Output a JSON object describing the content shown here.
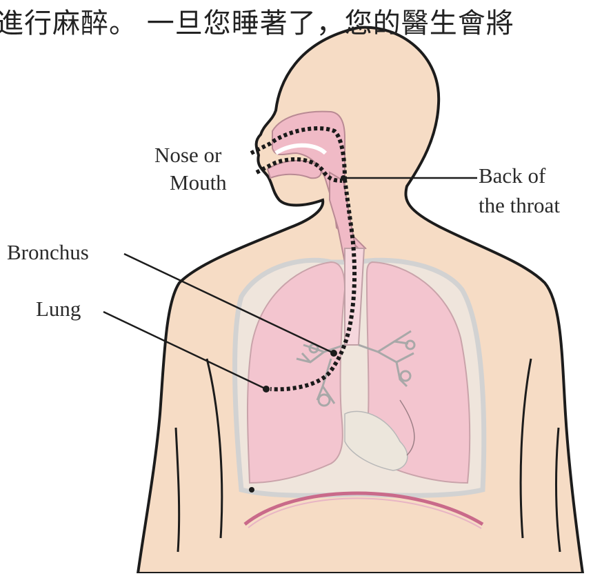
{
  "caption_line": "進行麻醉。 一旦您睡著了，您的醫生會將",
  "labels": {
    "nose_or": "Nose or",
    "mouth": "Mouth",
    "back_of": "Back of",
    "the_throat": "the throat",
    "bronchus": "Bronchus",
    "lung": "Lung"
  },
  "colors": {
    "skin": "#f6dcc5",
    "lung_pink": "#f3c5cf",
    "airway_pink": "#f0bac6",
    "outline": "#1c1c1c",
    "rib_gray": "#d8d8d8",
    "diaphragm": "#c96a8a",
    "tube_dots": "#1a1a1a"
  },
  "icons": {
    "figure": "human-torso-airway-diagram"
  }
}
